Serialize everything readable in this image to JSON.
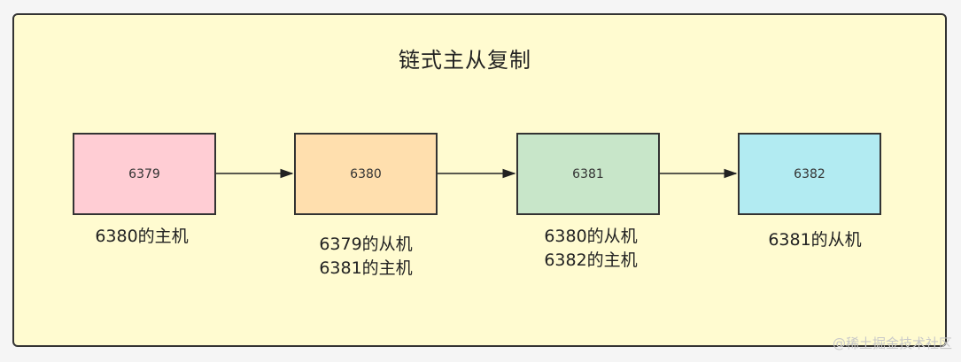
{
  "title": "链式主从复制",
  "nodes": [
    {
      "label": "6379",
      "caption": [
        "6380的主机"
      ],
      "color": "#ffcdd4"
    },
    {
      "label": "6380",
      "caption": [
        "6379的从机",
        "6381的主机"
      ],
      "color": "#ffdfae"
    },
    {
      "label": "6381",
      "caption": [
        "6380的从机",
        "6382的主机"
      ],
      "color": "#c8e6c9"
    },
    {
      "label": "6382",
      "caption": [
        "6381的从机"
      ],
      "color": "#b2ebf2"
    }
  ],
  "watermark": "@稀土掘金技术社区"
}
